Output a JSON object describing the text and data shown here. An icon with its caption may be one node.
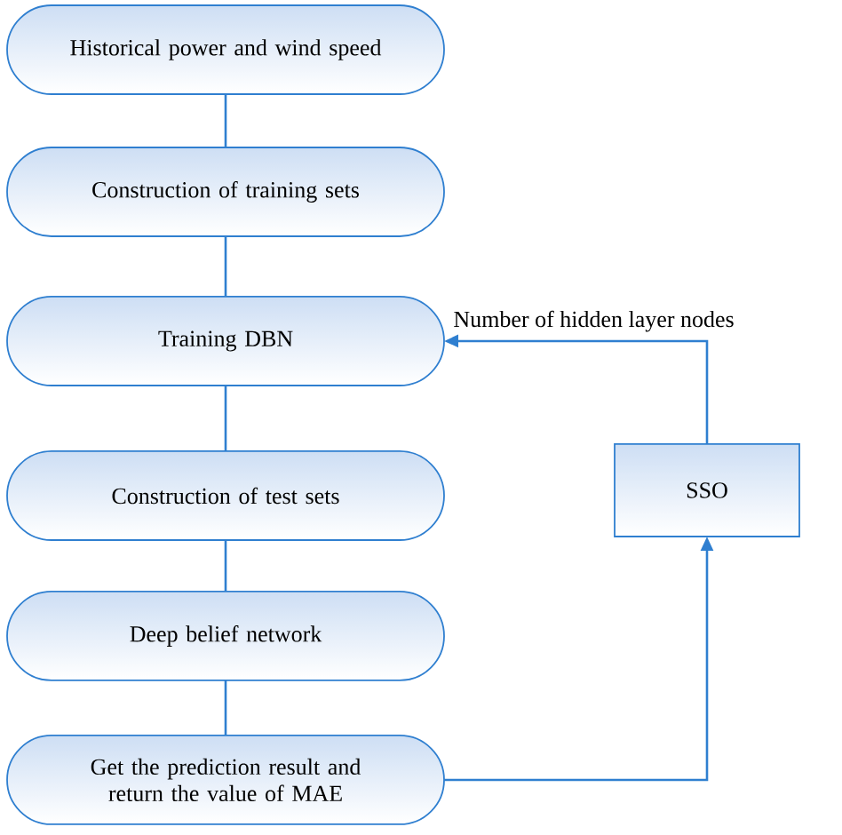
{
  "diagram": {
    "nodes": [
      {
        "text": [
          "Historical power and wind speed"
        ]
      },
      {
        "text": [
          "Construction of training sets"
        ]
      },
      {
        "text": [
          "Training DBN"
        ]
      },
      {
        "text": [
          "Construction of test sets"
        ]
      },
      {
        "text": [
          "Deep belief network"
        ]
      },
      {
        "text": [
          "Get the prediction result and return the value of MAE"
        ]
      },
      {
        "text": [
          "SSO"
        ]
      }
    ],
    "edges": [
      {
        "from": 0,
        "to": 1,
        "arrow": "none"
      },
      {
        "from": 1,
        "to": 2,
        "arrow": "none"
      },
      {
        "from": 2,
        "to": 3,
        "arrow": "none"
      },
      {
        "from": 3,
        "to": 4,
        "arrow": "none"
      },
      {
        "from": 4,
        "to": 5,
        "arrow": "none"
      },
      {
        "from": 5,
        "to": 6,
        "arrow": "to"
      },
      {
        "from": 6,
        "to": 2,
        "arrow": "to",
        "label": "Number of hidden layer nodes"
      }
    ]
  }
}
